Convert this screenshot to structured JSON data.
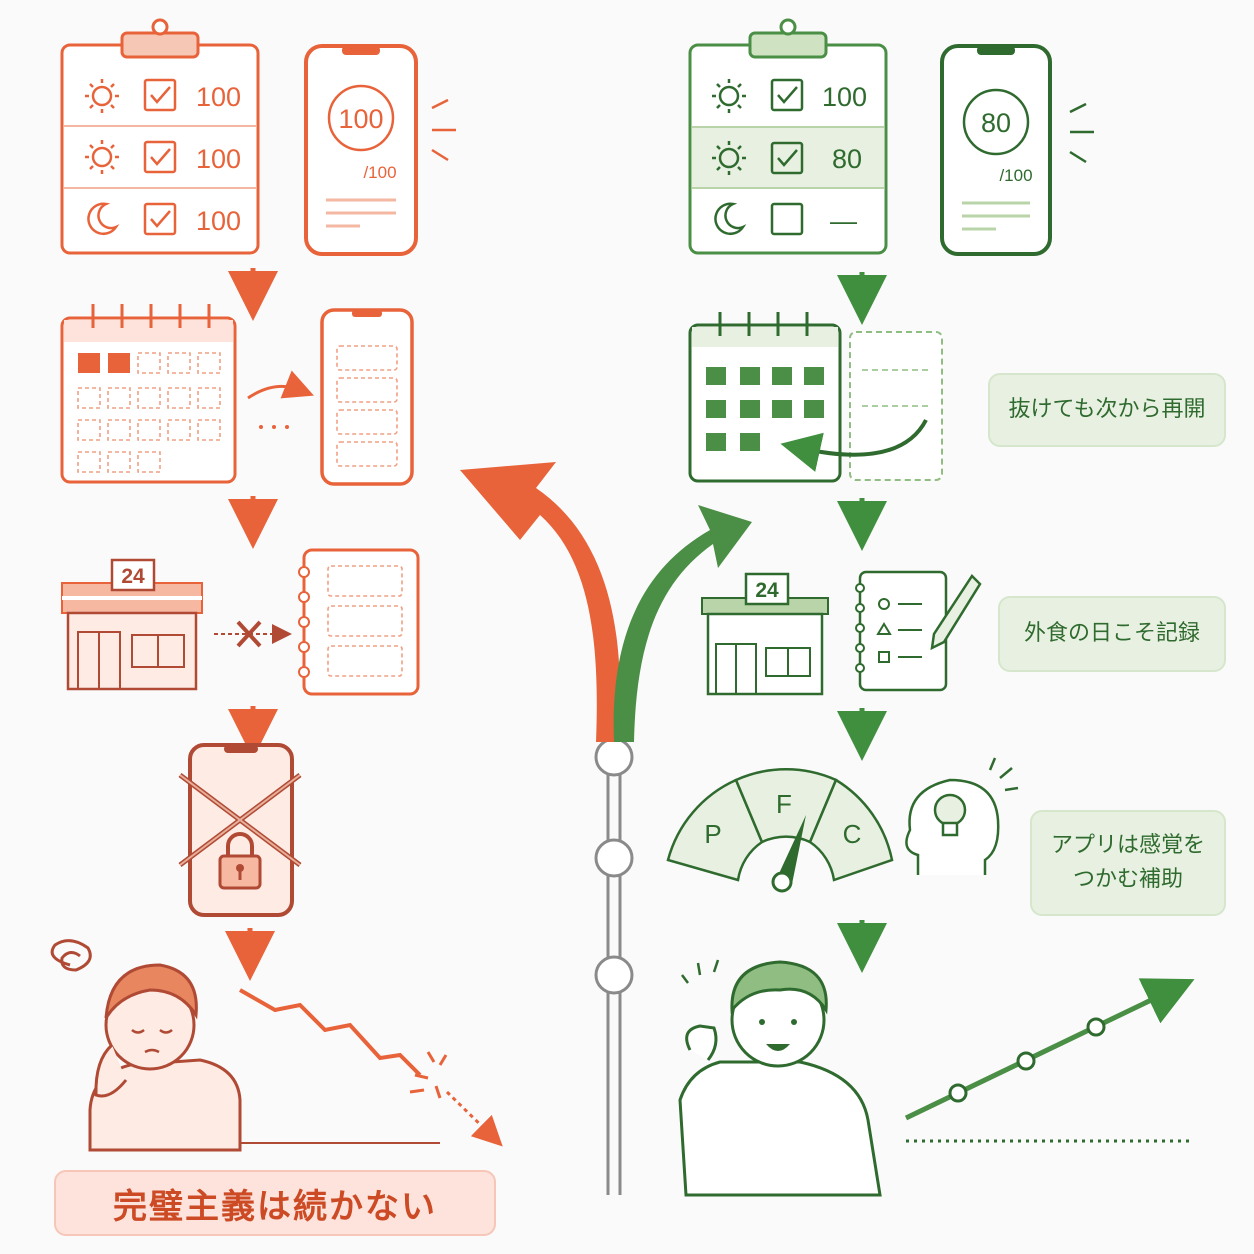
{
  "colors": {
    "red": "#e8633a",
    "dark_red": "#b04a35",
    "green": "#3f8f3f",
    "dark_green": "#2f6a2f",
    "light_green": "#e8f1e1",
    "light_red": "#fde3dc"
  },
  "left_path": {
    "checklist_rows": [
      {
        "icon": "sun-icon",
        "checked": true,
        "value": "100"
      },
      {
        "icon": "sun-icon",
        "checked": true,
        "value": "100"
      },
      {
        "icon": "moon-icon",
        "checked": true,
        "value": "100"
      }
    ],
    "phone_score": "100",
    "phone_score_total": "/100",
    "store_sign": "24",
    "conclusion": "完璧主義は続かない"
  },
  "right_path": {
    "checklist_rows": [
      {
        "icon": "sun-icon",
        "checked": true,
        "value": "100"
      },
      {
        "icon": "sun-icon",
        "checked": true,
        "value": "80"
      },
      {
        "icon": "moon-icon",
        "checked": false,
        "value": "—"
      }
    ],
    "phone_score": "80",
    "phone_score_total": "/100",
    "store_sign": "24",
    "note_resume": "抜けても次から再開",
    "note_eating_out": "外食の日こそ記録",
    "note_app_line1": "アプリは感覚を",
    "note_app_line2": "つかむ補助",
    "gauge_labels": [
      "P",
      "F",
      "C"
    ]
  }
}
